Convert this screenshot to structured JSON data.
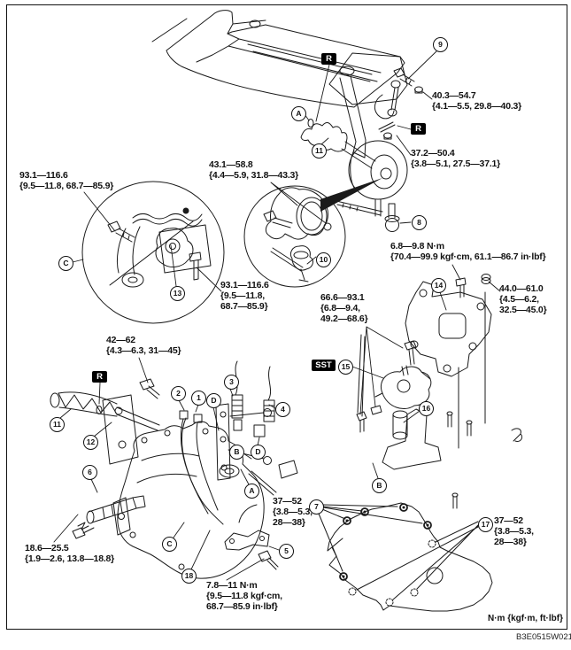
{
  "figure": {
    "code": "B3E0515W021",
    "units_note": "N·m {kgf·m, ft·lbf}"
  },
  "markers": {
    "recycle": "R",
    "sst": "SST"
  },
  "letters": {
    "A": "A",
    "B": "B",
    "C": "C",
    "D": "D"
  },
  "callouts": {
    "1": "1",
    "2": "2",
    "3": "3",
    "4": "4",
    "5": "5",
    "6": "6",
    "7": "7",
    "8": "8",
    "9": "9",
    "10": "10",
    "11": "11",
    "12": "12",
    "13": "13",
    "14": "14",
    "15": "15",
    "16": "16",
    "17": "17",
    "18": "18"
  },
  "torques": {
    "engine_mount_member_upper": "93.1—116.6\n{9.5—11.8, 68.7—85.9}",
    "tie_rod_end_nut": "43.1—58.8\n{4.4—5.9, 31.8—43.3}",
    "stabilizer_link_nut": "40.3—54.7\n{4.1—5.5, 29.8—40.3}",
    "strut_nut": "37.2—50.4\n{3.8—5.1, 27.5—37.1}",
    "small_bracket_bolt": "6.8—9.8 N·m\n{70.4—99.9 kgf·cm, 61.1—86.7 in·lbf}",
    "mount_nut": "44.0—61.0\n{4.5—6.2,\n32.5—45.0}",
    "engine_mount_bolts": "66.6—93.1\n{6.8—9.4,\n49.2—68.6}",
    "engine_mount_member_lower": "93.1—116.6\n{9.5—11.8,\n68.7—85.9}",
    "bracket_bolt": "42—62\n{4.3—6.3, 31—45}",
    "clutch_release_cylinder_bolt": "18.6—25.5\n{1.9—2.6, 13.8—18.8}",
    "gusset_plate_bolt": "7.8—11 N·m\n{9.5—11.8 kgf·cm,\n68.7—85.9 in·lbf}",
    "bell_housing_bolts_upper": "37—52\n{3.8—5.3,\n28—38}",
    "bell_housing_bolts_lower": "37—52\n{3.8—5.3,\n28—38}"
  }
}
